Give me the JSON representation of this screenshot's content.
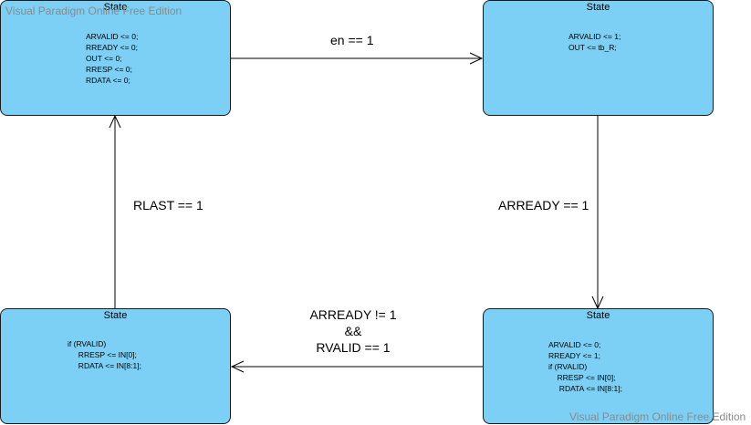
{
  "watermark": "Visual Paradigm Online Free Edition",
  "states": [
    {
      "id": "s1",
      "title": "State",
      "body": "ARVALID <= 0;\nRREADY <= 0;\nOUT <= 0;\nRRESP <= 0;\nRDATA <= 0;"
    },
    {
      "id": "s2",
      "title": "State",
      "body": "ARVALID <= 1;\nOUT <= tb_R;"
    },
    {
      "id": "s3",
      "title": "State",
      "body": "ARVALID <= 0;\nRREADY <= 1;\nif (RVALID)\n    RRESP <= IN[0];\n     RDATA <= IN[8:1];"
    },
    {
      "id": "s4",
      "title": "State",
      "body": "if (RVALID)\n     RRESP <= IN[0];\n     RDATA <= IN[8:1];"
    }
  ],
  "transitions": [
    {
      "from": "s1",
      "to": "s2",
      "label": "en == 1"
    },
    {
      "from": "s2",
      "to": "s3",
      "label": "ARREADY == 1"
    },
    {
      "from": "s3",
      "to": "s4",
      "label": "ARREADY != 1\n&&\nRVALID == 1"
    },
    {
      "from": "s4",
      "to": "s1",
      "label": "RLAST == 1"
    }
  ]
}
